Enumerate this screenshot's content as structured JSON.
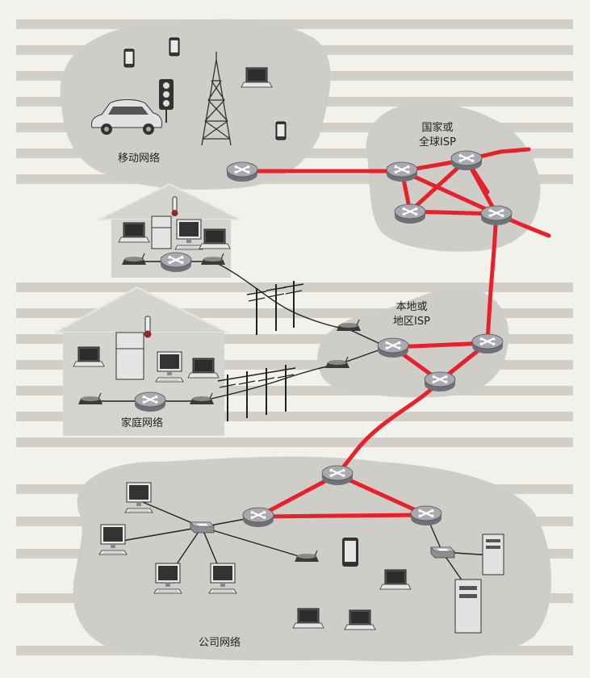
{
  "labels": {
    "mobile_network": "移动网络",
    "national_isp_line1": "国家或",
    "national_isp_line2": "全球ISP",
    "local_isp_line1": "本地或",
    "local_isp_line2": "地区ISP",
    "home_network": "家庭网络",
    "enterprise_network": "公司网络"
  },
  "colors": {
    "cloud_fill": "#cfcdc8",
    "house_fill": "#d6d4cf",
    "link_highlight": "#e8202a",
    "router_fill": "#9b9ea3",
    "device_line": "#333333"
  },
  "icons": [
    "router-icon",
    "smartphone-icon",
    "car-icon",
    "traffic-light-icon",
    "cell-tower-icon",
    "laptop-icon",
    "monitor-icon",
    "refrigerator-icon",
    "thermometer-icon",
    "modem-icon",
    "switch-icon",
    "server-icon",
    "tablet-icon",
    "utility-pole-icon"
  ]
}
